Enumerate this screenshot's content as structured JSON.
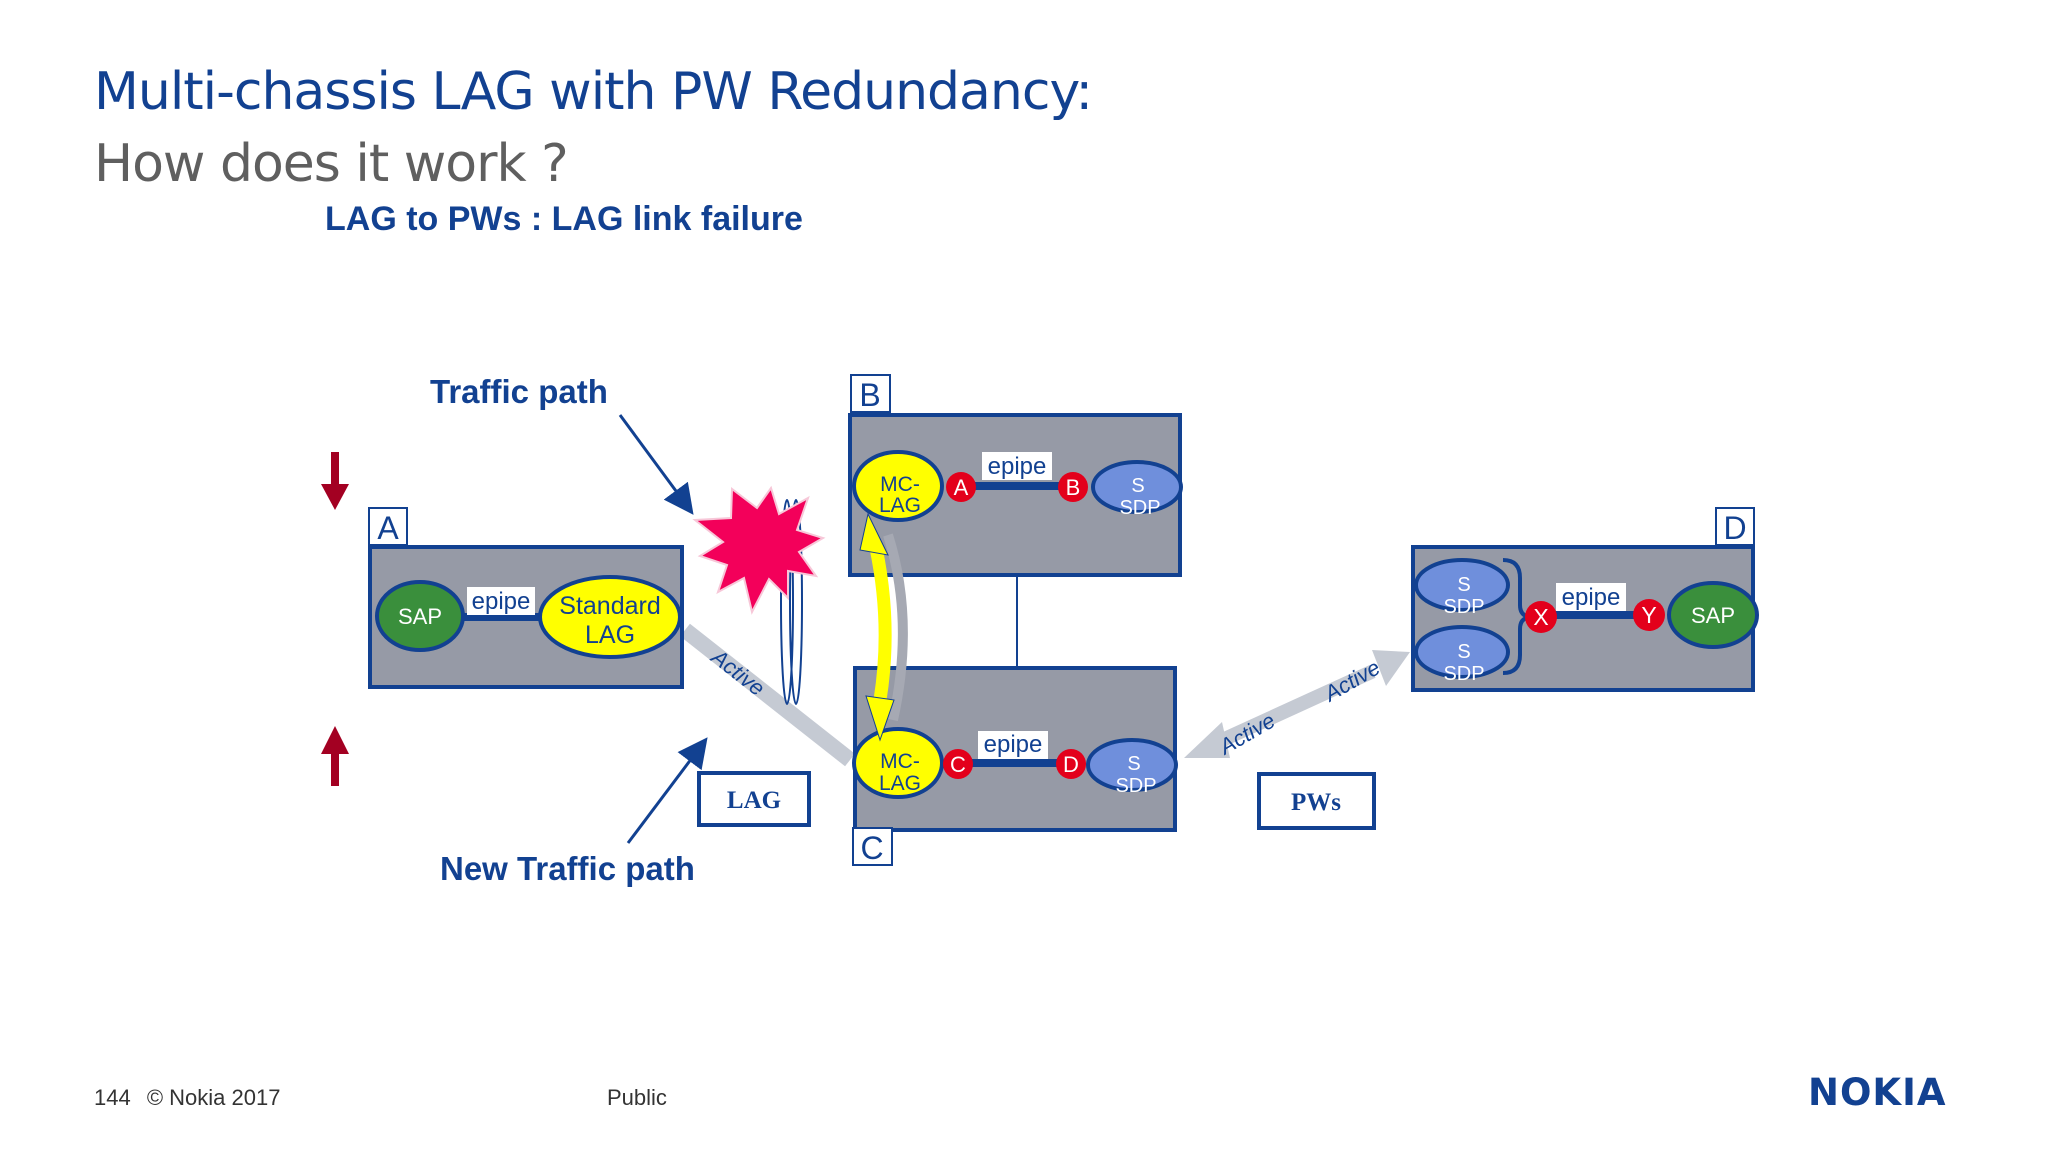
{
  "title": {
    "line1": "Multi-chassis LAG with PW Redundancy:",
    "line2": "How does it work ?",
    "subtitle": "LAG to PWs : LAG link failure"
  },
  "diagram": {
    "labels": {
      "traffic_path": "Traffic path",
      "new_traffic_path": "New Traffic path",
      "lag_box": "LAG",
      "pws_box": "PWs",
      "active_left": "Active",
      "active_right_lower": "Active",
      "active_right_upper": "Active"
    },
    "nodes": {
      "A": {
        "tag": "A",
        "sap": "SAP",
        "epipe": "epipe",
        "lag_line1": "Standard",
        "lag_line2": "LAG"
      },
      "B": {
        "tag": "B",
        "mclag_line1": "MC-",
        "mclag_line2": "LAG",
        "point1": "A",
        "epipe": "epipe",
        "point2": "B",
        "sdp_line1": "S",
        "sdp_line2": "SDP"
      },
      "C": {
        "tag": "C",
        "mclag_line1": "MC-",
        "mclag_line2": "LAG",
        "point1": "C",
        "epipe": "epipe",
        "point2": "D",
        "sdp_line1": "S",
        "sdp_line2": "SDP"
      },
      "D": {
        "tag": "D",
        "sdp1_line1": "S",
        "sdp1_line2": "SDP",
        "sdp2_line1": "S",
        "sdp2_line2": "SDP",
        "point1": "X",
        "epipe": "epipe",
        "point2": "Y",
        "sap": "SAP"
      }
    }
  },
  "footer": {
    "page": "144",
    "copyright": "© Nokia 2017",
    "classification": "Public",
    "logo": "NOKIA"
  },
  "colors": {
    "nokia_blue": "#124191",
    "box_gray": "#969aa6",
    "yellow": "#ffff00",
    "green": "#3a8f3c",
    "sdp_blue": "#6f8fdc",
    "red_point": "#e3001b",
    "failure_star": "#f3005a",
    "dark_red_arrow": "#a30022",
    "gray_arrow": "#c5cad3"
  }
}
